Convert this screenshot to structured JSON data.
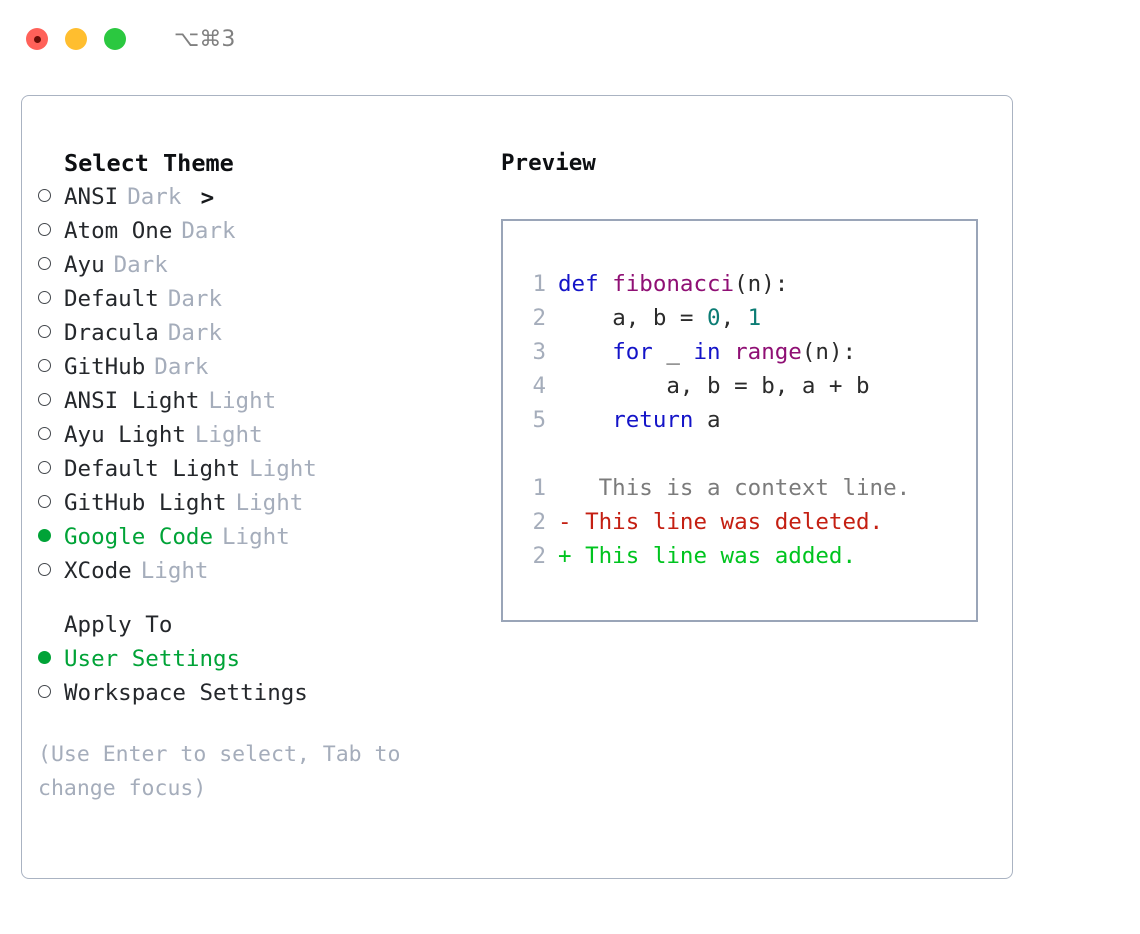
{
  "window": {
    "shortcut": "⌥⌘3",
    "traffic_lights": [
      {
        "name": "close",
        "color": "#ff6159"
      },
      {
        "name": "minimize",
        "color": "#ffbe2f"
      },
      {
        "name": "maximize",
        "color": "#2bc840"
      }
    ]
  },
  "accent": {
    "selected_green": "#00a337",
    "muted_gray": "#a5adbb",
    "border_gray": "#aab3c2",
    "preview_border": "#9aa5b8"
  },
  "theme_picker": {
    "header_marker": ">",
    "header_label": "Select Theme",
    "items": [
      {
        "marker": "o",
        "label": "ANSI",
        "tag": "Dark",
        "selected": false
      },
      {
        "marker": "o",
        "label": "Atom One",
        "tag": "Dark",
        "selected": false
      },
      {
        "marker": "o",
        "label": "Ayu",
        "tag": "Dark",
        "selected": false
      },
      {
        "marker": "o",
        "label": "Default",
        "tag": "Dark",
        "selected": false
      },
      {
        "marker": "o",
        "label": "Dracula",
        "tag": "Dark",
        "selected": false
      },
      {
        "marker": "o",
        "label": "GitHub",
        "tag": "Dark",
        "selected": false
      },
      {
        "marker": "o",
        "label": "ANSI Light",
        "tag": "Light",
        "selected": false
      },
      {
        "marker": "o",
        "label": "Ayu Light",
        "tag": "Light",
        "selected": false
      },
      {
        "marker": "o",
        "label": "Default Light",
        "tag": "Light",
        "selected": false
      },
      {
        "marker": "o",
        "label": "GitHub Light",
        "tag": "Light",
        "selected": false
      },
      {
        "marker": "●",
        "label": "Google Code",
        "tag": "Light",
        "selected": true
      },
      {
        "marker": "o",
        "label": "XCode",
        "tag": "Light",
        "selected": false
      }
    ]
  },
  "apply_to": {
    "title": "Apply To",
    "items": [
      {
        "marker": "●",
        "label": "User Settings",
        "selected": true
      },
      {
        "marker": "o",
        "label": "Workspace Settings",
        "selected": false
      }
    ]
  },
  "hint": "(Use Enter to select, Tab to change focus)",
  "preview": {
    "title": "Preview",
    "code_lines": [
      {
        "lno": "1",
        "tokens": [
          {
            "t": "def ",
            "c": "kw"
          },
          {
            "t": "fibonacci",
            "c": "fn"
          },
          {
            "t": "(",
            "c": "pun"
          },
          {
            "t": "n",
            "c": "id"
          },
          {
            "t": "):",
            "c": "pun"
          }
        ]
      },
      {
        "lno": "2",
        "tokens": [
          {
            "t": "    ",
            "c": "pun"
          },
          {
            "t": "a, b = ",
            "c": "id"
          },
          {
            "t": "0",
            "c": "num"
          },
          {
            "t": ", ",
            "c": "id"
          },
          {
            "t": "1",
            "c": "num"
          }
        ]
      },
      {
        "lno": "3",
        "tokens": [
          {
            "t": "    ",
            "c": "pun"
          },
          {
            "t": "for",
            "c": "kw"
          },
          {
            "t": " _ ",
            "c": "id"
          },
          {
            "t": "in",
            "c": "kw"
          },
          {
            "t": " ",
            "c": "id"
          },
          {
            "t": "range",
            "c": "fn"
          },
          {
            "t": "(",
            "c": "pun"
          },
          {
            "t": "n",
            "c": "id"
          },
          {
            "t": "):",
            "c": "pun"
          }
        ]
      },
      {
        "lno": "4",
        "tokens": [
          {
            "t": "        ",
            "c": "pun"
          },
          {
            "t": "a, b = b, a + b",
            "c": "id"
          }
        ]
      },
      {
        "lno": "5",
        "tokens": [
          {
            "t": "    ",
            "c": "pun"
          },
          {
            "t": "return",
            "c": "kw"
          },
          {
            "t": " a",
            "c": "id"
          }
        ]
      }
    ],
    "diff_lines": [
      {
        "lno": "1",
        "sign": " ",
        "text": "  This is a context line.",
        "kind": "ctx"
      },
      {
        "lno": "2",
        "sign": "-",
        "text": " This line was deleted.",
        "kind": "del"
      },
      {
        "lno": "2",
        "sign": "+",
        "text": " This line was added.",
        "kind": "add"
      }
    ]
  }
}
